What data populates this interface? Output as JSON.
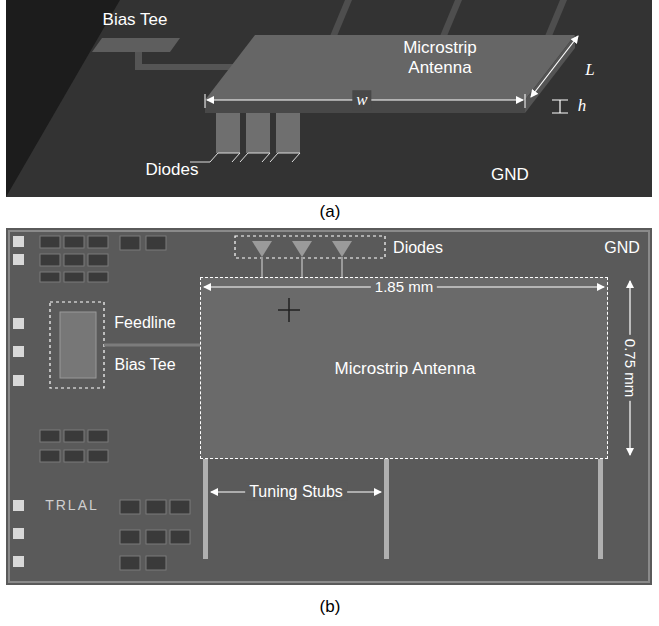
{
  "diagram": {
    "nodes": [
      {
        "text": [
          "Microstrip Antenna"
        ]
      }
    ],
    "labels": [
      "Bias Tee",
      "Microstrip Antenna",
      "w",
      "L",
      "h",
      "Diodes",
      "GND",
      "(a)",
      "Diodes",
      "GND",
      "1.85 mm",
      "0.75 mm",
      "Feedline",
      "Bias Tee",
      "Tuning Stubs",
      "TRLAL",
      "(b)"
    ]
  }
}
